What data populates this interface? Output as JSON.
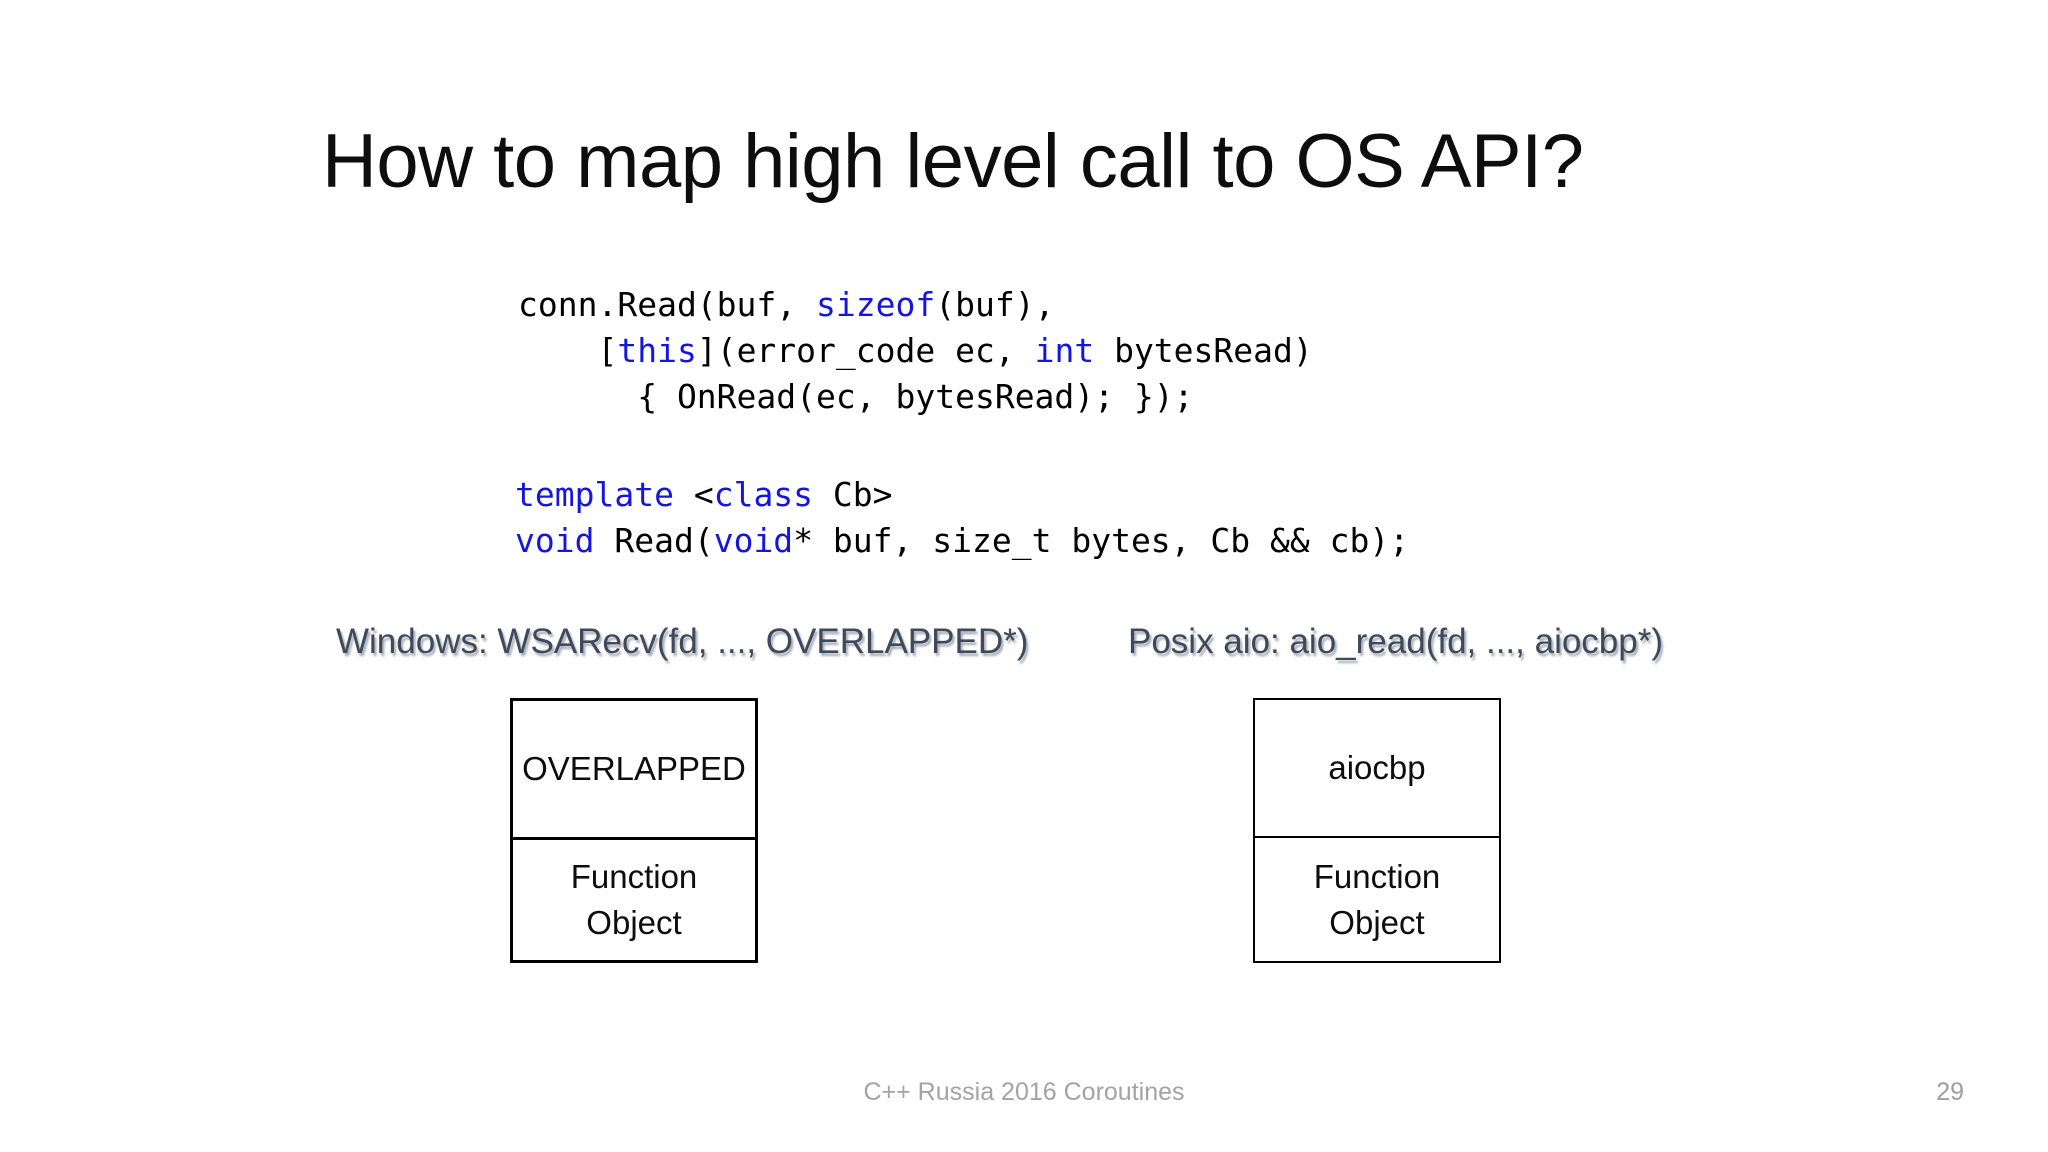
{
  "slide": {
    "title": "How to map high level call to OS API?",
    "background_color": "#ffffff",
    "title_color": "#0d0d0d"
  },
  "code": {
    "keyword_color": "#1515e0",
    "text_color": "#000000",
    "call_block": [
      {
        "tokens": [
          {
            "text": "conn.Read(buf, ",
            "kind": "plain"
          },
          {
            "text": "sizeof",
            "kind": "keyword"
          },
          {
            "text": "(buf),",
            "kind": "plain"
          }
        ]
      },
      {
        "tokens": [
          {
            "text": "    [",
            "kind": "plain"
          },
          {
            "text": "this",
            "kind": "keyword"
          },
          {
            "text": "](error_code ec, ",
            "kind": "plain"
          },
          {
            "text": "int",
            "kind": "keyword"
          },
          {
            "text": " bytesRead)",
            "kind": "plain"
          }
        ]
      },
      {
        "tokens": [
          {
            "text": "      { OnRead(ec, bytesRead); });",
            "kind": "plain"
          }
        ]
      }
    ],
    "decl_block": [
      {
        "tokens": [
          {
            "text": "template",
            "kind": "keyword"
          },
          {
            "text": " <",
            "kind": "plain"
          },
          {
            "text": "class",
            "kind": "keyword"
          },
          {
            "text": " Cb>",
            "kind": "plain"
          }
        ]
      },
      {
        "tokens": [
          {
            "text": "void",
            "kind": "keyword"
          },
          {
            "text": " Read(",
            "kind": "plain"
          },
          {
            "text": "void",
            "kind": "keyword"
          },
          {
            "text": "* buf, size_t bytes, Cb && cb);",
            "kind": "plain"
          }
        ]
      }
    ]
  },
  "api_captions": {
    "color": "#3c4a5c",
    "windows": "Windows: WSARecv(fd, ..., OVERLAPPED*)",
    "posix": "Posix aio: aio_read(fd, ..., aiocbp*)"
  },
  "struct_boxes": [
    {
      "platform": "windows",
      "top_cell": "OVERLAPPED",
      "bottom_cell": "Function\nObject",
      "border_color": "#000000"
    },
    {
      "platform": "posix",
      "top_cell": "aiocbp",
      "bottom_cell": "Function\nObject",
      "border_color": "#000000"
    }
  ],
  "footer": {
    "center_text": "C++ Russia 2016 Coroutines",
    "page_number": "29",
    "color": "#a3a3a3"
  }
}
